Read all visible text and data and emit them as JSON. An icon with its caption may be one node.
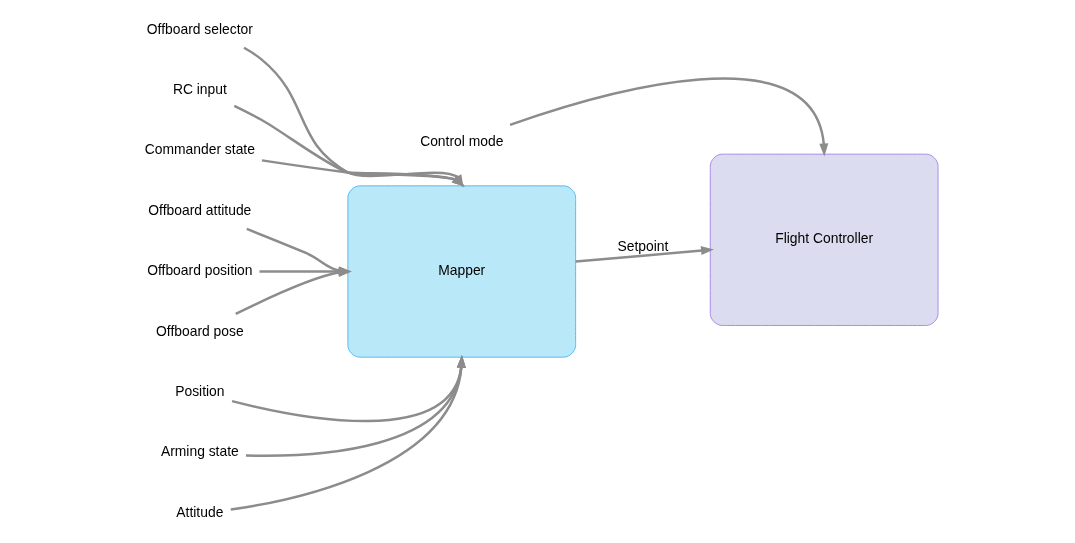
{
  "diagram": {
    "nodes": [
      {
        "text": [
          "Mapper"
        ]
      },
      {
        "text": [
          "Flight Controller"
        ]
      },
      {
        "text": [
          "Offboard selector"
        ]
      },
      {
        "text": [
          "RC input"
        ]
      },
      {
        "text": [
          "Commander state"
        ]
      },
      {
        "text": [
          "Control mode"
        ]
      },
      {
        "text": [
          "Offboard attitude"
        ]
      },
      {
        "text": [
          "Offboard position"
        ]
      },
      {
        "text": [
          "Offboard pose"
        ]
      },
      {
        "text": [
          "Position"
        ]
      },
      {
        "text": [
          "Arming state"
        ]
      },
      {
        "text": [
          "Attitude"
        ]
      }
    ],
    "edges": [
      {
        "from": 2,
        "to": 0,
        "arrow": "to"
      },
      {
        "from": 3,
        "to": 0,
        "arrow": "to"
      },
      {
        "from": 4,
        "to": 0,
        "arrow": "to"
      },
      {
        "from": 5,
        "to": 1,
        "arrow": "to"
      },
      {
        "from": 6,
        "to": 0,
        "arrow": "to"
      },
      {
        "from": 7,
        "to": 0,
        "arrow": "to"
      },
      {
        "from": 8,
        "to": 0,
        "arrow": "to"
      },
      {
        "from": 9,
        "to": 0,
        "arrow": "to"
      },
      {
        "from": 10,
        "to": 0,
        "arrow": "to"
      },
      {
        "from": 11,
        "to": 0,
        "arrow": "to"
      },
      {
        "from": 0,
        "to": 1,
        "label": "Setpoint",
        "arrow": "to"
      }
    ]
  }
}
